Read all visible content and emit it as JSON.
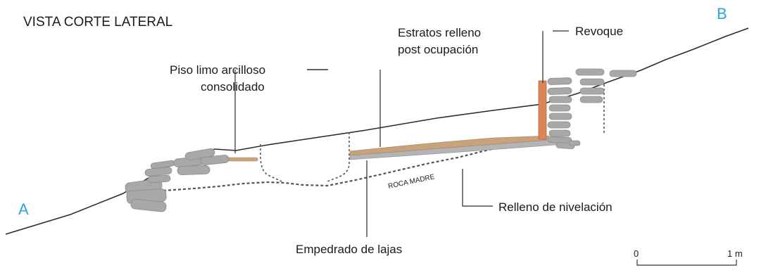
{
  "title": "VISTA CORTE LATERAL",
  "points": {
    "a": "A",
    "b": "B"
  },
  "labels": {
    "piso_line1": "Piso limo arcilloso",
    "piso_line2": "consolidado",
    "estratos_line1": "Estratos relleno",
    "estratos_line2": "post ocupación",
    "revoque": "Revoque",
    "roca_madre": "ROCA MADRE",
    "relleno_nivelacion": "Relleno de nivelación",
    "empedrado": "Empedrado de lajas"
  },
  "scale": {
    "start": "0",
    "end": "1 m"
  },
  "colors": {
    "accent": "#2aa5dc",
    "stone": "#a8a8a8",
    "stone_edge": "#8c8c8c",
    "floor": "#c9a27a",
    "plaster": "#d9875a",
    "line": "#2b2b2b"
  }
}
